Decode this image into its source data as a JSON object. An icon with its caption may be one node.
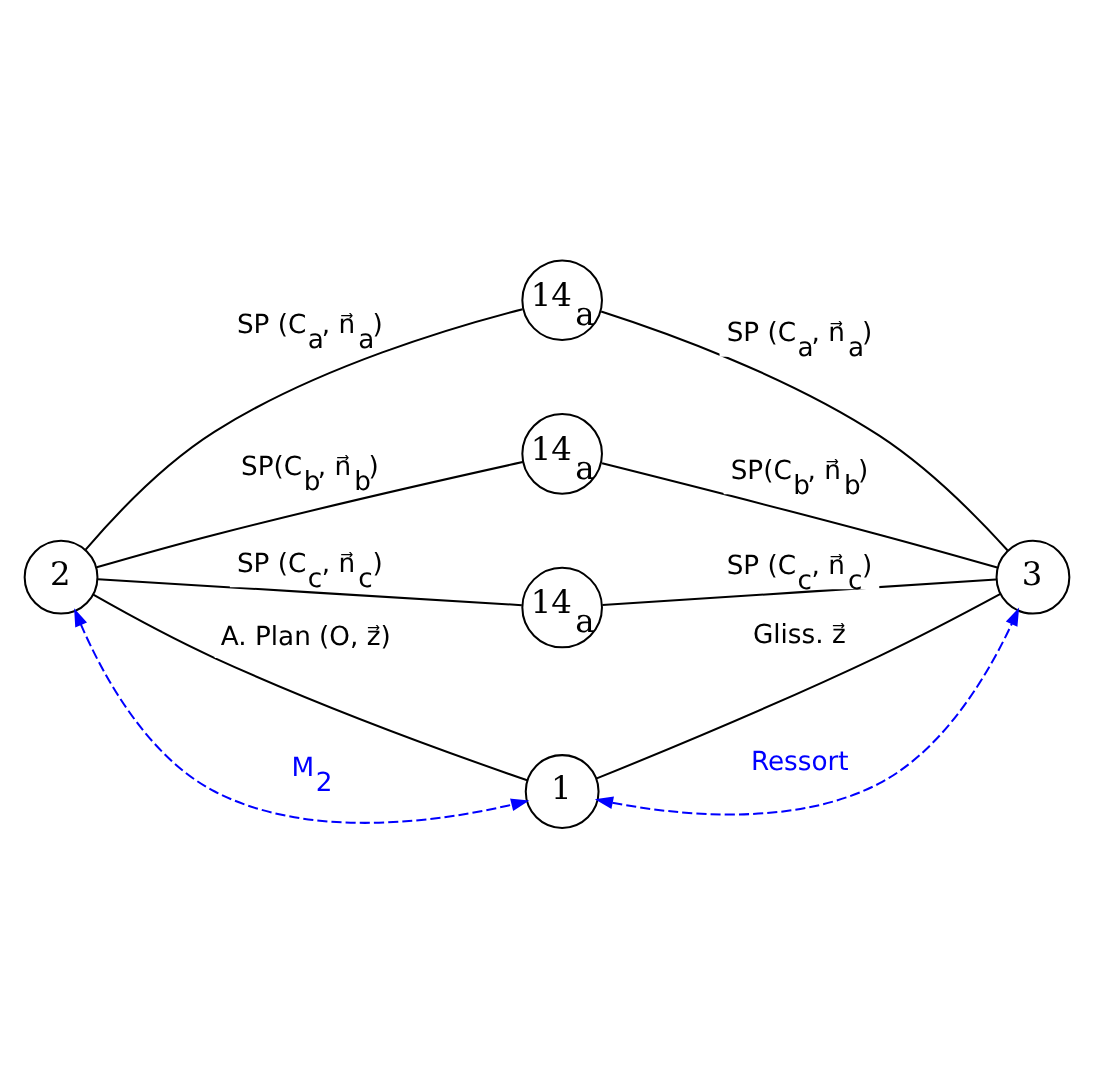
{
  "diagram": {
    "nodes": [
      {
        "text": [
          "14$_{a}$"
        ]
      },
      {
        "text": [
          "2"
        ]
      },
      {
        "text": [
          "14$_{a}$"
        ]
      },
      {
        "text": [
          "3"
        ]
      },
      {
        "text": [
          "14$_{a}$"
        ]
      },
      {
        "text": [
          "1"
        ]
      }
    ],
    "edges": [
      {
        "from": 1,
        "to": 0,
        "arrow": "none",
        "label": "SP (C$_{a}$, n⃗$_{a}$)"
      },
      {
        "from": 0,
        "to": 3,
        "arrow": "none",
        "label": "SP (C$_{a}$, n⃗$_{a}$)"
      },
      {
        "from": 1,
        "to": 2,
        "arrow": "none",
        "label": "SP(C$_{b}$, n⃗$_{b}$)"
      },
      {
        "from": 2,
        "to": 3,
        "arrow": "none",
        "label": "SP(C$_{b}$, n⃗$_{b}$)"
      },
      {
        "from": 1,
        "to": 4,
        "arrow": "none",
        "label": "SP (C$_{c}$, n⃗$_{c}$)"
      },
      {
        "from": 4,
        "to": 3,
        "arrow": "none",
        "label": "SP (C$_{c}$, n⃗$_{c}$)"
      },
      {
        "from": 1,
        "to": 5,
        "arrow": "none",
        "label": "A. Plan (O, z⃗)"
      },
      {
        "from": 3,
        "to": 5,
        "arrow": "none",
        "label": "Gliss. z⃗"
      },
      {
        "from": 1,
        "to": 5,
        "arrow": "both",
        "style": "dashed",
        "color": "#0000ff",
        "label": "M$_{2}$"
      },
      {
        "from": 3,
        "to": 5,
        "arrow": "both",
        "style": "dashed",
        "color": "#0000ff",
        "label": "Ressort"
      }
    ]
  }
}
